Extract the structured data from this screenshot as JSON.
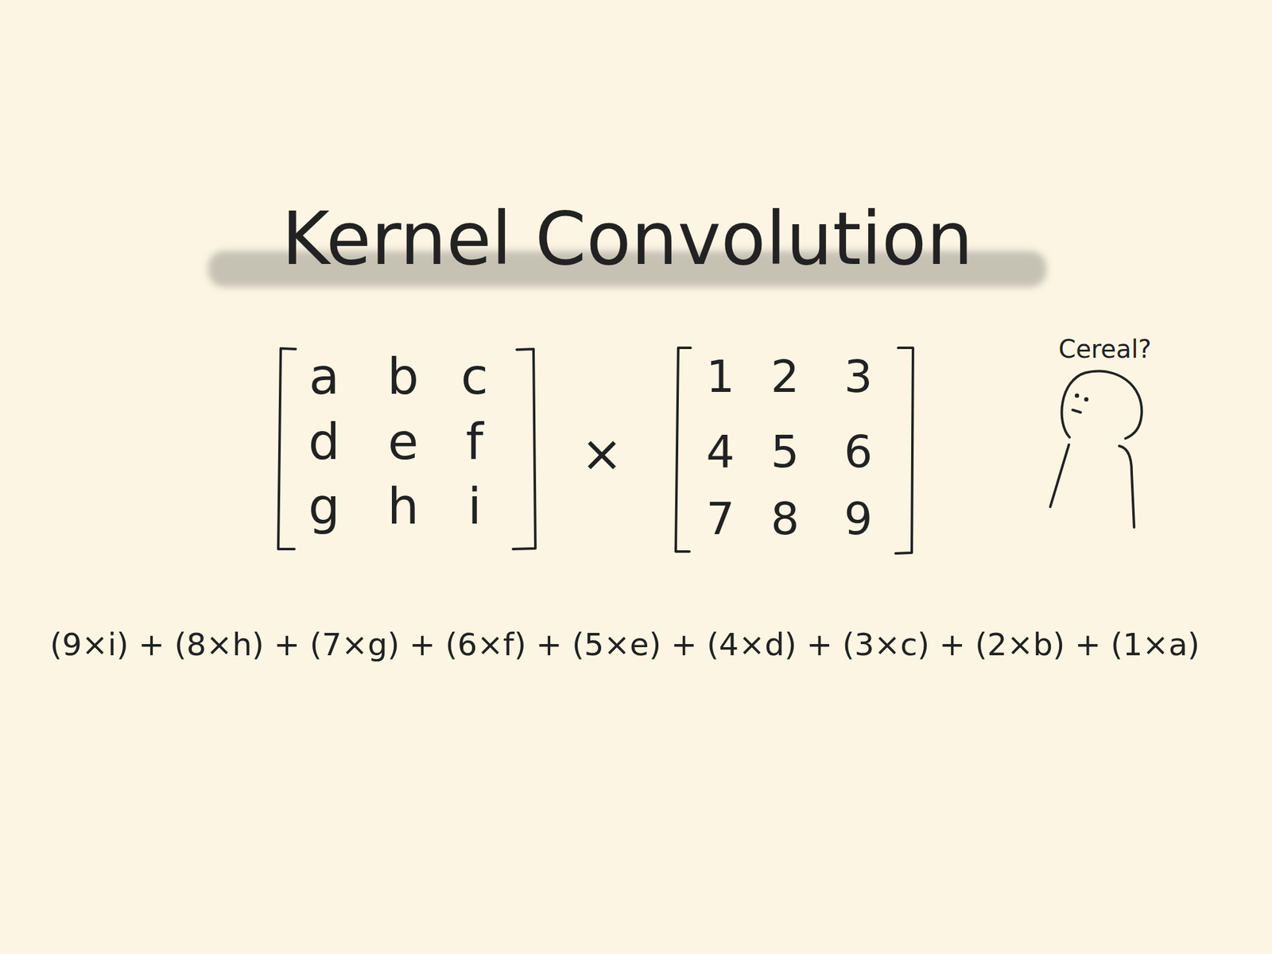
{
  "diagram": {
    "title": "Kernel Convolution",
    "labels": [
      "a",
      "b",
      "c",
      "d",
      "e",
      "f",
      "g",
      "h",
      "i",
      "×",
      "1",
      "2",
      "3",
      "4",
      "5",
      "6",
      "7",
      "8",
      "9",
      "Cereal?",
      "(9×i) + (8×h) + (7×g) + (6×f) + (5×e) + (4×d) + (3×c) + (2×b) + (1×a)"
    ]
  }
}
